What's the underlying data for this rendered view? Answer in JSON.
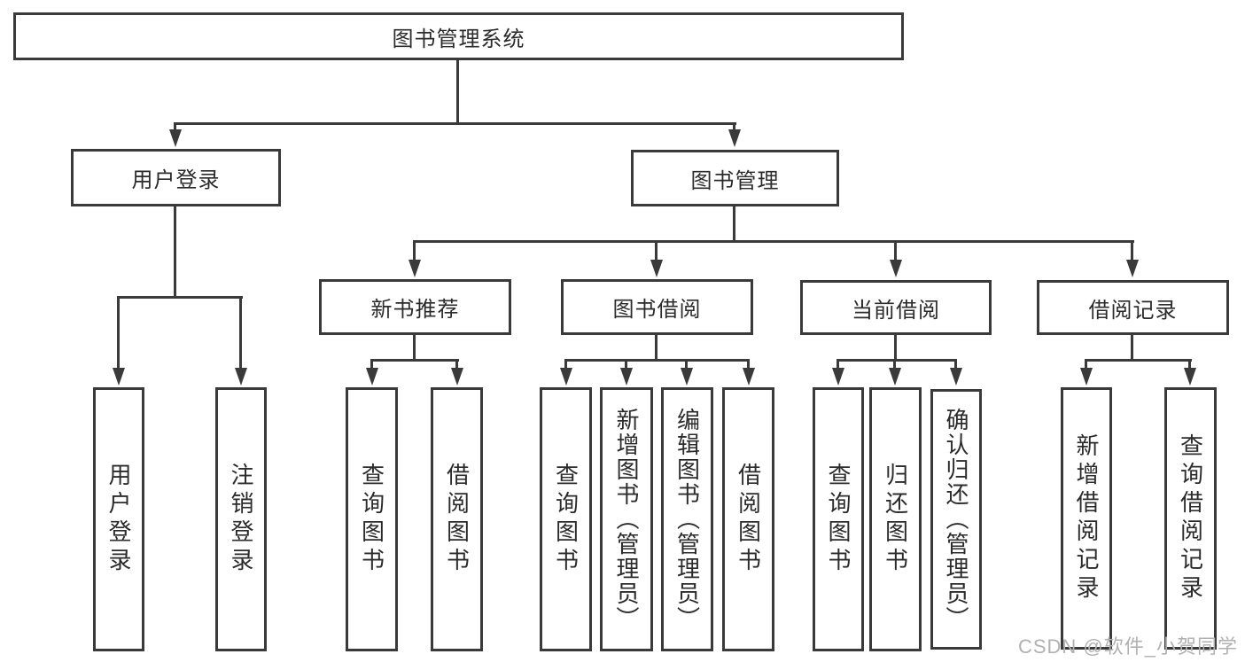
{
  "diagram": {
    "type": "hierarchy-tree",
    "root": "图书管理系统",
    "branches": [
      {
        "label": "用户登录",
        "leaves": [
          "用户登录",
          "注销登录"
        ]
      },
      {
        "label": "图书管理",
        "groups": [
          {
            "label": "新书推荐",
            "leaves": [
              "查询图书",
              "借阅图书"
            ]
          },
          {
            "label": "图书借阅",
            "leaves": [
              "查询图书",
              "新增图书（管理员）",
              "编辑图书（管理员）",
              "借阅图书"
            ]
          },
          {
            "label": "当前借阅",
            "leaves": [
              "查询图书",
              "归还图书",
              "确认归还（管理员）"
            ]
          },
          {
            "label": "借阅记录",
            "leaves": [
              "新增借阅记录",
              "查询借阅记录"
            ]
          }
        ]
      }
    ]
  },
  "colors": {
    "line": "#3a3a3a",
    "text": "#2b2b2b",
    "background": "#ffffff",
    "watermark": "#b2b0b2"
  },
  "watermark": {
    "text": "CSDN @软件_小贺同学"
  }
}
